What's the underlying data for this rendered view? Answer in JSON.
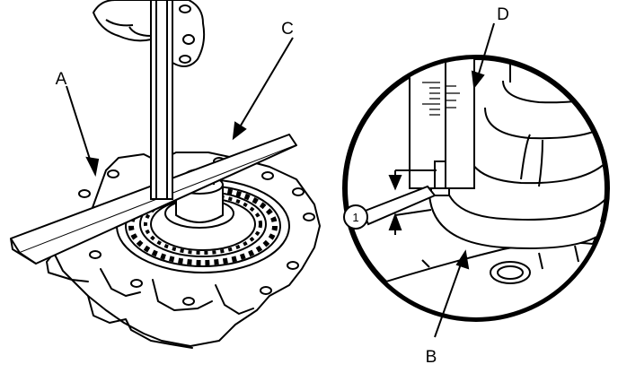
{
  "labels": {
    "a": "A",
    "b": "B",
    "c": "C",
    "d": "D",
    "callout": "1"
  }
}
